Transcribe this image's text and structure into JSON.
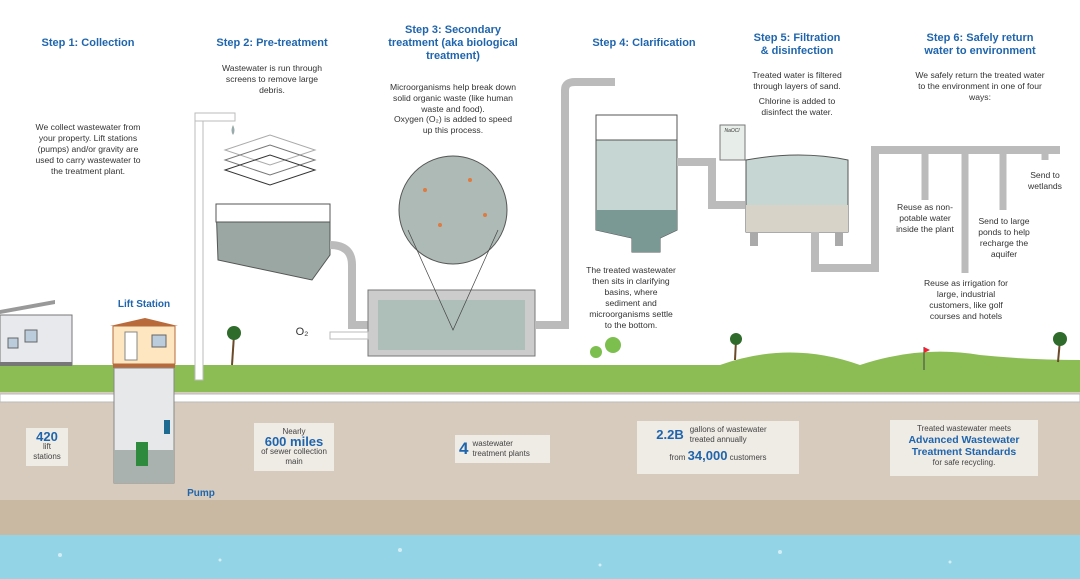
{
  "steps": [
    {
      "title": "Step 1: Collection",
      "desc": "We collect wastewater from your property. Lift stations (pumps) and/or gravity are used to carry wastewater to the treatment plant."
    },
    {
      "title": "Step 2: Pre-treatment",
      "desc": "Wastewater is run through screens to remove large debris."
    },
    {
      "title": "Step 3: Secondary treatment (aka biological treatment)",
      "desc": "Microorganisms help break down solid organic waste (like human waste and food).",
      "desc2": "Oxygen (O₂) is added to speed up this process."
    },
    {
      "title": "Step 4: Clarification",
      "desc": "The treated wastewater then sits in clarifying basins, where sediment and microorganisms settle to the bottom."
    },
    {
      "title": "Step 5: Filtration & disinfection",
      "desc": "Treated water is filtered through layers of sand.",
      "desc2": "Chlorine is added to disinfect the water."
    },
    {
      "title": "Step 6: Safely return water to environment",
      "desc": "We safely return the treated water to the environment in one of four ways:"
    }
  ],
  "return_ways": [
    "Reuse as non-potable water inside the plant",
    "Reuse as irrigation for large, industrial customers, like golf courses and hotels",
    "Send to large ponds to help recharge the aquifer",
    "Send to wetlands"
  ],
  "labels": {
    "lift_station": "Lift Station",
    "pump": "Pump",
    "o2": "O₂",
    "naocl": "NaOCl"
  },
  "stats": {
    "lift": {
      "value": "420",
      "text": "lift stations"
    },
    "miles": {
      "pre": "Nearly",
      "value": "600 miles",
      "text": "of sewer collection main"
    },
    "plants": {
      "value": "4",
      "text": "wastewater treatment plants"
    },
    "gallons": {
      "value": "2.2B",
      "text": "gallons of wastewater treated annually",
      "pre2": "from",
      "value2": "34,000",
      "text2": "customers"
    },
    "standards": {
      "pre": "Treated wastewater meets",
      "value": "Advanced Wastewater Treatment Standards",
      "text": "for safe recycling."
    }
  },
  "colors": {
    "title": "#1f65ad",
    "grass": "#8cbd55",
    "ground": "#d6cbbd",
    "water": "#93d4e6"
  }
}
